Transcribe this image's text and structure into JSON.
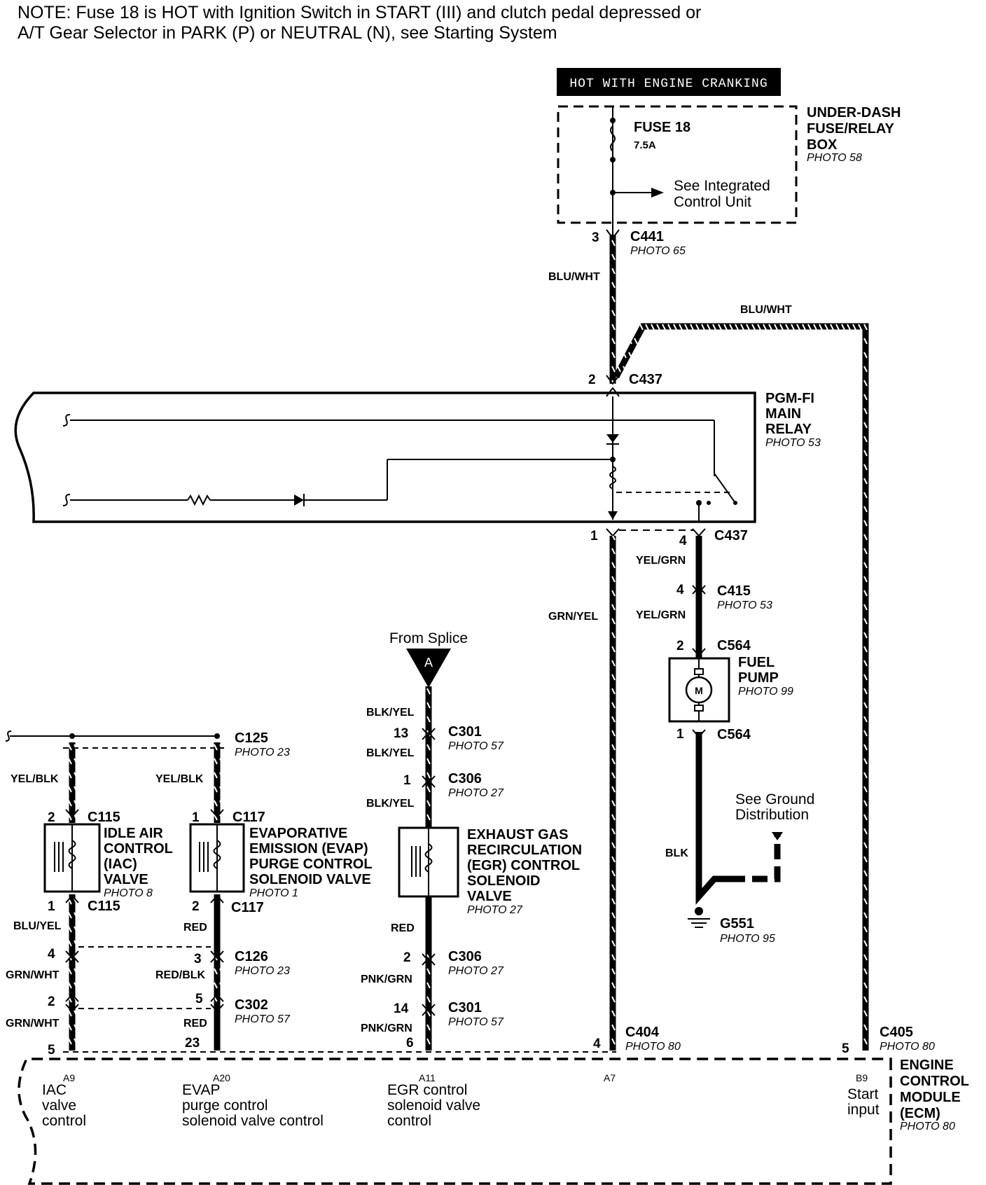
{
  "note": {
    "line1": "NOTE: Fuse 18 is HOT with Ignition Switch in START (III) and clutch pedal depressed or",
    "line2": "A/T Gear Selector in PARK (P) or NEUTRAL (N), see Starting System"
  },
  "hot_banner": "HOT WITH ENGINE CRANKING",
  "fuse_box": {
    "title_lines": [
      "UNDER-DASH",
      "FUSE/RELAY",
      "BOX"
    ],
    "photo": "PHOTO 58",
    "fuse_label": "FUSE 18",
    "fuse_rating": "7.5A",
    "see_text_lines": [
      "See Integrated",
      "Control Unit"
    ]
  },
  "connectors": {
    "c441": {
      "name": "C441",
      "photo": "PHOTO 65",
      "pin": "3"
    },
    "c437_top": {
      "name": "C437",
      "pin": "2"
    },
    "c437_a": {
      "name": "C437",
      "pin": "1"
    },
    "c437_b": {
      "pin": "4"
    },
    "c415": {
      "name": "C415",
      "photo": "PHOTO 53",
      "pin": "4"
    },
    "c564_top": {
      "name": "C564",
      "pin": "2"
    },
    "c564_bot": {
      "name": "C564",
      "pin": "1"
    },
    "c125": {
      "name": "C125",
      "photo": "PHOTO 23"
    },
    "c115_top": {
      "name": "C115",
      "pin": "2"
    },
    "c115_bot": {
      "name": "C115",
      "pin": "1"
    },
    "c117_top": {
      "name": "C117",
      "pin": "1"
    },
    "c117_bot": {
      "name": "C117",
      "pin": "2"
    },
    "c301_top": {
      "name": "C301",
      "photo": "PHOTO 57",
      "pin": "13"
    },
    "c306_top": {
      "name": "C306",
      "photo": "PHOTO 27",
      "pin": "1"
    },
    "c306_bot": {
      "name": "C306",
      "photo": "PHOTO 27",
      "pin": "2"
    },
    "c301_bot": {
      "name": "C301",
      "photo": "PHOTO 57",
      "pin": "14"
    },
    "c126": {
      "name": "C126",
      "photo": "PHOTO 23",
      "pin_iac": "4",
      "pin_evap": "3"
    },
    "c302": {
      "name": "C302",
      "photo": "PHOTO 57",
      "pin_iac": "2",
      "pin_evap": "5"
    },
    "c404": {
      "name": "C404",
      "photo": "PHOTO 80",
      "pin": "4"
    },
    "c405": {
      "name": "C405",
      "photo": "PHOTO 80",
      "pin": "5"
    },
    "ecm_pins": {
      "iac": "5",
      "evap": "23",
      "egr": "6"
    }
  },
  "wires": {
    "blu_wht_1": "BLU/WHT",
    "blu_wht_2": "BLU/WHT",
    "grn_yel": "GRN/YEL",
    "yel_grn_1": "YEL/GRN",
    "yel_grn_2": "YEL/GRN",
    "blk": "BLK",
    "yel_blk_1": "YEL/BLK",
    "yel_blk_2": "YEL/BLK",
    "blu_yel": "BLU/YEL",
    "grn_wht_1": "GRN/WHT",
    "grn_wht_2": "GRN/WHT",
    "red_1": "RED",
    "red_blk": "RED/BLK",
    "red_2": "RED",
    "blk_yel_1": "BLK/YEL",
    "blk_yel_2": "BLK/YEL",
    "blk_yel_3": "BLK/YEL",
    "red_3": "RED",
    "pnk_grn_1": "PNK/GRN",
    "pnk_grn_2": "PNK/GRN"
  },
  "relay": {
    "title_lines": [
      "PGM-FI",
      "MAIN",
      "RELAY"
    ],
    "photo": "PHOTO 53"
  },
  "fuel_pump": {
    "title_lines": [
      "FUEL",
      "PUMP"
    ],
    "photo": "PHOTO 99",
    "motor_label": "M"
  },
  "ground": {
    "see_lines": [
      "See Ground",
      "Distribution"
    ],
    "name": "G551",
    "photo": "PHOTO 95"
  },
  "splice": {
    "text": "From Splice",
    "letter": "A"
  },
  "iac_valve": {
    "title_lines": [
      "IDLE AIR",
      "CONTROL",
      "(IAC)",
      "VALVE"
    ],
    "photo": "PHOTO 8"
  },
  "evap_valve": {
    "title_lines": [
      "EVAPORATIVE",
      "EMISSION (EVAP)",
      "PURGE CONTROL",
      "SOLENOID VALVE"
    ],
    "photo": "PHOTO 1"
  },
  "egr_valve": {
    "title_lines": [
      "EXHAUST GAS",
      "RECIRCULATION",
      "(EGR) CONTROL",
      "SOLENOID",
      "VALVE"
    ],
    "photo": "PHOTO 27"
  },
  "ecm": {
    "title_lines": [
      "ENGINE",
      "CONTROL",
      "MODULE",
      "(ECM)"
    ],
    "photo": "PHOTO 80",
    "terminals": [
      {
        "pin": "A9",
        "lines": [
          "IAC",
          "valve",
          "control"
        ]
      },
      {
        "pin": "A20",
        "lines": [
          "EVAP",
          "purge control",
          "solenoid valve control"
        ]
      },
      {
        "pin": "A11",
        "lines": [
          "EGR control",
          "solenoid valve",
          "control"
        ]
      },
      {
        "pin": "A7",
        "lines": []
      },
      {
        "pin": "B9",
        "lines": [
          "Start",
          "input"
        ]
      }
    ]
  }
}
